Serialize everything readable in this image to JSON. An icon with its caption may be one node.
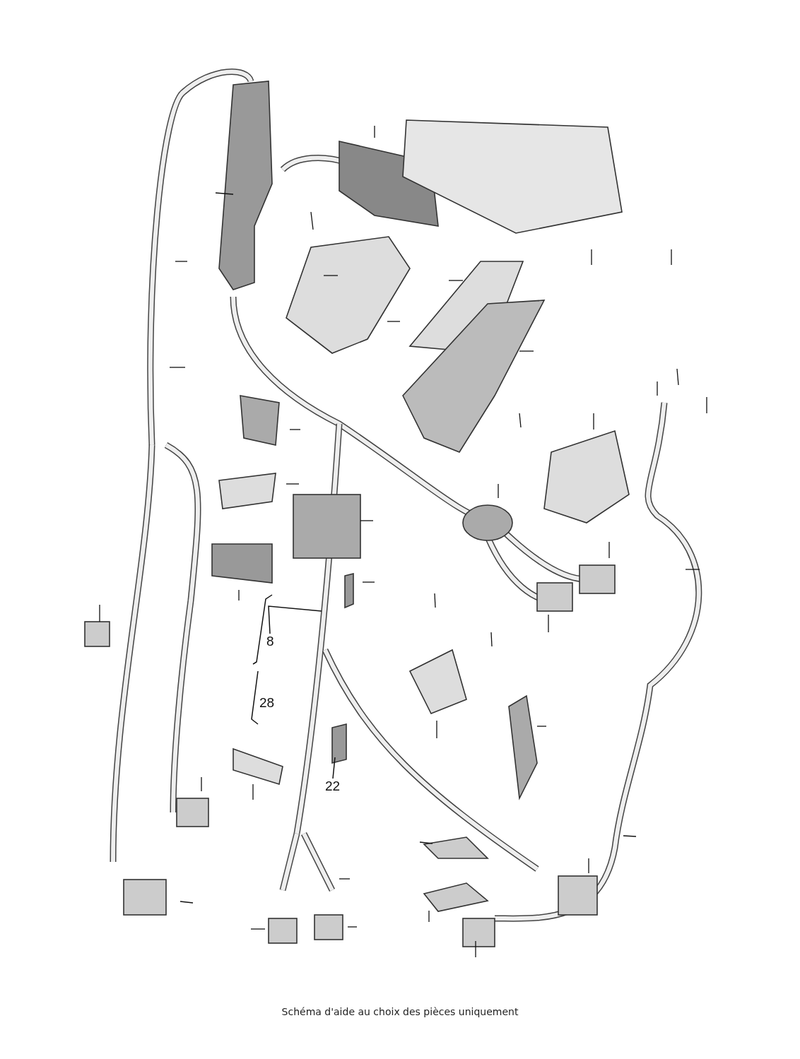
{
  "diagram": {
    "caption": "Schéma d'aide au choix des pièces uniquement",
    "nodes": [
      {
        "text": [
          "8"
        ]
      },
      {
        "text": [
          "28"
        ]
      },
      {
        "text": [
          "22"
        ]
      }
    ],
    "edges": [
      {
        "from": 0,
        "to": null,
        "arrow": "none"
      },
      {
        "from": 2,
        "to": null,
        "arrow": "none"
      }
    ]
  }
}
